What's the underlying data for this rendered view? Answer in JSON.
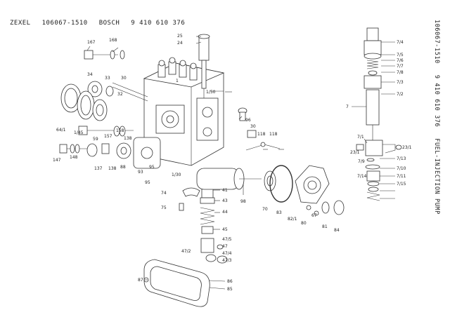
{
  "header": {
    "brand": "ZEXEL",
    "zexel_no": "106067-1510",
    "maker": "BOSCH",
    "bosch_no": "9 410 610 376",
    "title": "FUEL-INJECTION PUMP"
  },
  "callouts": {
    "c167": "167",
    "c168": "168",
    "c25": "25",
    "c24": "24",
    "c34": "34",
    "c33": "33",
    "c30": "30",
    "c32": "32",
    "c64_1": "64/1",
    "c1_45": "1/45",
    "c59": "59",
    "c157": "157",
    "c158": "158",
    "c138": "138",
    "c147": "147",
    "c148": "148",
    "c137": "137",
    "c88": "88",
    "c93": "93",
    "c95": "95",
    "c1_30": "1/30",
    "c1_50": "1/50",
    "c96": "96",
    "c30b": "30",
    "c118a": "118",
    "c118b": "118",
    "c74": "74",
    "c75": "75",
    "c41": "41",
    "c43": "43",
    "c44": "44",
    "c45": "45",
    "c47_5": "47/5",
    "c47": "47",
    "c47_2": "47/2",
    "c47_4": "47/4",
    "c47_3": "47/3",
    "c86": "86",
    "c85": "85",
    "c87": "87",
    "c98": "98",
    "c70": "70",
    "c83": "83",
    "c82_1": "82/1",
    "c80": "80",
    "c67": "67",
    "c81": "81",
    "c84": "84",
    "c7": "7",
    "c7_4": "7/4",
    "c7_5": "7/5",
    "c7_6": "7/6",
    "c7_7": "7/7",
    "c7_8": "7/8",
    "c7_3": "7/3",
    "c7_2": "7/2",
    "c7_1": "7/1",
    "c23_1a": "23/1",
    "c23_1b": "23/1",
    "c7_9": "7/9",
    "c7_13": "7/13",
    "c7_10": "7/10",
    "c7_11": "7/11",
    "c7_14": "7/14",
    "c7_15": "7/15",
    "c1": "1"
  }
}
